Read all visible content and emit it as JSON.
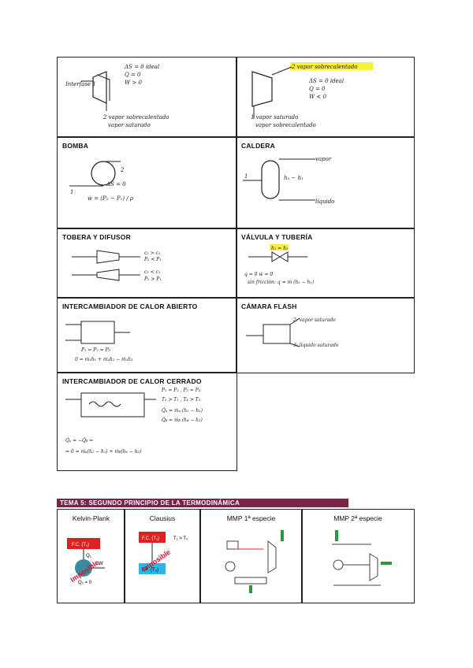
{
  "cells": {
    "turbina": {
      "title": "",
      "notes": [
        "ΔS = 0 ideal",
        "Q = 0",
        "W > 0"
      ],
      "inlet": "Interfase 1",
      "outlet": [
        "2 vapor sobrecalentado",
        "vapor saturado"
      ]
    },
    "compresor": {
      "title": "",
      "top": "2 vapor sobrecalentado",
      "notes": [
        "ΔS = 0 ideal",
        "Q = 0",
        "W < 0"
      ],
      "bottom": [
        "1 vapor saturado",
        "vapor sobrecalentado"
      ]
    },
    "bomba": {
      "title": "BOMBA",
      "eq1": "ΔS = 0",
      "eq2": "ẇ = (P₂ − P₁) / ρ",
      "in": "1",
      "out": "2"
    },
    "caldera": {
      "title": "CALDERA",
      "in": "1",
      "out1": "vapor",
      "out2": "líquido",
      "note": "h₂ − h₁"
    },
    "tobera": {
      "title": "TOBERA Y DIFUSOR",
      "l1": [
        "c₂ > c₁",
        "P₂ < P₁"
      ],
      "l2": [
        "c₂ < c₁",
        "P₂ > P₁"
      ]
    },
    "valvula": {
      "title": "VÁLVULA Y TUBERÍA",
      "top": "h₁ = h₂",
      "eq": "q = 0   ẇ = 0",
      "note": "sin fricción: q = ṁ (h₂ − h₁)"
    },
    "abierto": {
      "title": "INTERCAMBIADOR DE CALOR ABIERTO",
      "eq1": "P₁ = P₂ = P₃",
      "eq2": "0 = ṁ₁h₁ + ṁ₂h₂ − ṁ₃h₃"
    },
    "flash": {
      "title": "CÁMARA FLASH",
      "o1": "2: vapor saturado",
      "o2": "3: líquido saturado"
    },
    "cerrado": {
      "title": "INTERCAMBIADOR DE CALOR CERRADO",
      "eqs": [
        "P₁ = P₂ ,  P₃ = P₄",
        "T₂ > T₁ ,  T₄ > T₃",
        "Q̇ₐ = ṁₐ (h₂ − h₁)",
        "Q̇ᵦ = ṁᵦ (h₄ − h₃)"
      ],
      "bottom1": "Q̇ₐ = −Q̇ᵦ ⇒",
      "bottom2": "⇒ 0 = ṁₐ(h₂ − h₁) + ṁᵦ(h₄ − h₃)"
    }
  },
  "banner": "TEMA 5: SEGUNDO PRINCIPIO DE LA TERMODINÁMICA",
  "bottom": [
    {
      "title": "Kelvin-Plank",
      "hot": "F.C. (T₁)",
      "q": "Q₁",
      "w": "W",
      "q2": "Q₂ = 0",
      "stamp": "Imposible"
    },
    {
      "title": "Clausius",
      "hot": "F.C. (T₁)",
      "cold": "F.F. (T₂)",
      "note": "T₁ > T₂",
      "stamp": "Imposible"
    },
    {
      "title": "MMP 1ª especie"
    },
    {
      "title": "MMP 2ª especie"
    }
  ],
  "colors": {
    "banner": "#7a2448",
    "hot": "#e02020",
    "cold": "#2ab8e8",
    "stamp": "#e0102a",
    "engine": "#3a8aa0",
    "green": "#2a9a3a"
  }
}
